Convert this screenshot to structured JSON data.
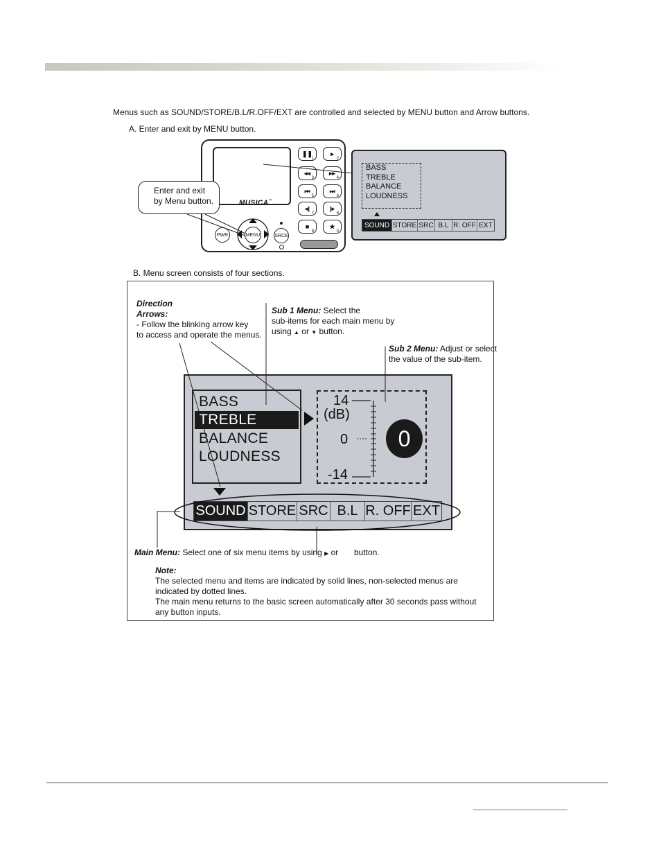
{
  "intro_text": "Menus such as SOUND/STORE/B.L/R.OFF/EXT are controlled and selected by MENU button and Arrow buttons.",
  "section_a": {
    "heading": "A. Enter and exit by MENU button.",
    "callout_line1": "Enter and exit",
    "callout_line2": "by Menu button.",
    "brand": "MUSICA",
    "trademark": "™",
    "buttons": {
      "pwr": "PWR",
      "menu": "MENU",
      "src": "SRCE",
      "key_nums": [
        "1",
        "2",
        "3",
        "4",
        "5",
        "6",
        "7",
        "8",
        "9",
        "0"
      ]
    },
    "lcd_items": [
      "BASS",
      "TREBLE",
      "BALANCE",
      "LOUDNESS"
    ],
    "menu_items": [
      "SOUND",
      "STORE",
      "SRC",
      "B.L",
      "R. OFF",
      "EXT"
    ]
  },
  "section_b": {
    "heading": "B. Menu screen consists of four sections.",
    "direction_title_1": "Direction",
    "direction_title_2": "Arrows:",
    "direction_desc_1": "- Follow the blinking arrow key",
    "direction_desc_2": "to access and operate the menus.",
    "sub1_title": "Sub 1 Menu:",
    "sub1_desc_1": " Select the",
    "sub1_desc_2": "sub-items for each main menu by",
    "sub1_desc_3a": "using ",
    "sub1_desc_3b": " or ",
    "sub1_desc_3c": " button.",
    "sub2_title": "Sub 2 Menu:",
    "sub2_desc_1": " Adjust or select",
    "sub2_desc_2": "the value of the sub-item.",
    "sub1_items": [
      "BASS",
      "TREBLE",
      "BALANCE",
      "LOUDNESS"
    ],
    "selected_sub1": "TREBLE",
    "scale_top": "14",
    "scale_unit": "(dB)",
    "scale_mid": "0",
    "scale_bottom": "-14",
    "knob_value": "0",
    "menu_items": [
      "SOUND",
      "STORE",
      "SRC",
      "B.L",
      "R. OFF",
      "EXT"
    ],
    "selected_menu": "SOUND",
    "main_title": "Main Menu:",
    "main_desc_a": " Select one of six menu items by using ",
    "main_desc_b": " or ",
    "main_desc_c": " button.",
    "note_title": "Note:",
    "note_lines": [
      "The selected menu and items are indicated by solid lines, non-selected menus are",
      "indicated by dotted lines.",
      "The main menu returns to the basic screen automatically after 30 seconds pass without",
      "any button inputs."
    ]
  }
}
